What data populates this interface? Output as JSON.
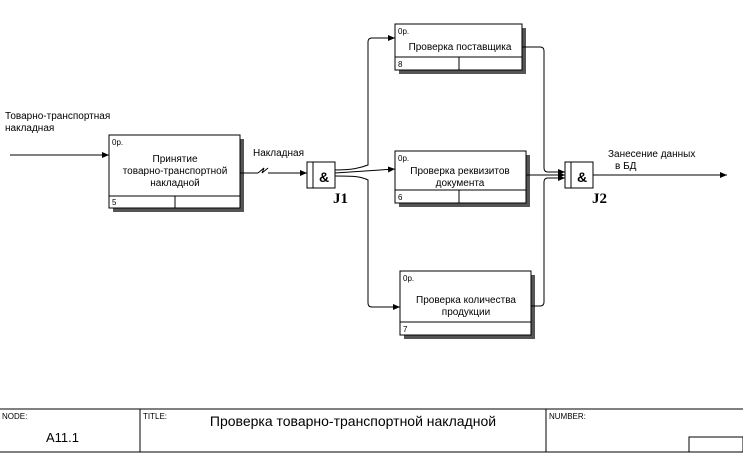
{
  "diagram": {
    "input_label_line1": "Товарно-транспортная",
    "input_label_line2": "накладная",
    "tunnel_label": "Накладная",
    "output_label_line1": "Занесение данных",
    "output_label_line2": "в БД",
    "boxes": [
      {
        "id": "accept",
        "tag": "0р.",
        "lines": [
          "Принятие",
          "товарно-транспортной",
          "накладной"
        ],
        "number": "5"
      },
      {
        "id": "supplier",
        "tag": "0р.",
        "lines": [
          "Проверка поставщика"
        ],
        "number": "8"
      },
      {
        "id": "requisites",
        "tag": "0р.",
        "lines": [
          "Проверка реквизитов",
          "документа"
        ],
        "number": "6"
      },
      {
        "id": "quantity",
        "tag": "0р.",
        "lines": [
          "Проверка количества",
          "продукции"
        ],
        "number": "7"
      }
    ],
    "junctions": [
      {
        "id": "J1",
        "symbol": "&",
        "label": "J1"
      },
      {
        "id": "J2",
        "symbol": "&",
        "label": "J2"
      }
    ]
  },
  "footer": {
    "node_caption": "NODE:",
    "node_value": "A11.1",
    "title_caption": "TITLE:",
    "title_value": "Проверка товарно-транспортной накладной",
    "number_caption": "NUMBER:"
  }
}
